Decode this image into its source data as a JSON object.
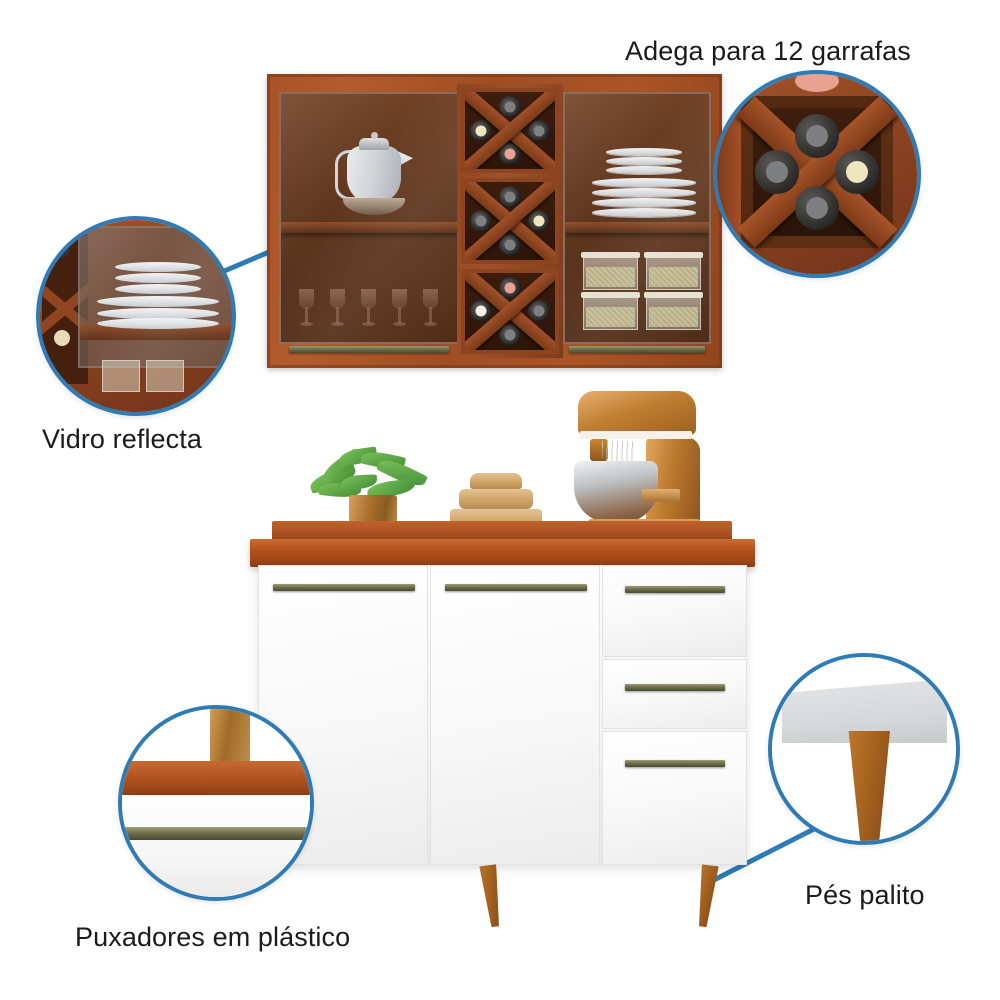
{
  "image": {
    "kind": "product-feature-callout",
    "subject": "Cozinha compacta modular (armário aéreo com adega + balcão)",
    "background_color": "#ffffff",
    "accent_color": "#2e7bb5",
    "wood_color": "#a8522a",
    "counter_color": "#b4541f",
    "cabinet_white": "#fdfdfd",
    "handle_color": "#6d6d4c"
  },
  "callouts": [
    {
      "id": "adega",
      "label": "Adega para 12 garrafas",
      "label_position": "top-right",
      "detail": "Nicho em X para garrafas de vinho",
      "bottles_visible": 4
    },
    {
      "id": "vidro",
      "label": "Vidro reflecta",
      "label_position": "left",
      "detail": "Porta com vidro reflecta e pratos ao fundo"
    },
    {
      "id": "puxadores",
      "label": "Puxadores em plástico",
      "label_position": "bottom-left",
      "detail": "Puxador tipo barra no topo da porta"
    },
    {
      "id": "pes",
      "label": "Pés palito",
      "label_position": "bottom-right",
      "detail": "Pé palito de madeira inclinado"
    }
  ],
  "upper_cabinet": {
    "name": "Armário aéreo",
    "doors": [
      {
        "side": "esquerda",
        "type": "porta de vidro",
        "contents": [
          "chaleira elétrica",
          "taças de vinho"
        ]
      },
      {
        "side": "direita",
        "type": "porta de vidro",
        "contents": [
          "pratos empilhados",
          "potes herméticos"
        ]
      }
    ],
    "wine_rack": {
      "name": "Adega",
      "cells": 3,
      "bottles_per_cell": 4,
      "total_bottles": 12,
      "cell_caps": [
        [
          "grey",
          "cream",
          "grey",
          "pink"
        ],
        [
          "grey",
          "grey",
          "cream",
          "grey"
        ],
        [
          "pink",
          "white",
          "grey",
          "grey"
        ]
      ]
    }
  },
  "lower_cabinet": {
    "name": "Balcão",
    "counter_material": "madeira",
    "doors": 2,
    "drawers": 3,
    "legs": 2,
    "leg_style": "palito",
    "counter_items": [
      "vaso com planta",
      "potes de madeira",
      "batedeira planetária"
    ]
  },
  "glass_row": {
    "count": 5
  },
  "containers": {
    "count": 4
  },
  "plates": {
    "stacks": 2
  }
}
